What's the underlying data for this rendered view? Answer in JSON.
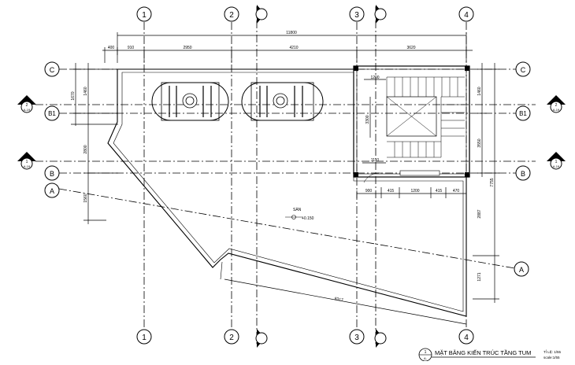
{
  "drawing": {
    "title": "MẶT BẰNG KIẾN TRÚC TẦNG TUM",
    "scale_label": "TỈ LỆ: 1/55",
    "scale_label_en": "scale:1/55",
    "title_bubble": "1",
    "title_bubble_sub": "A-"
  },
  "axes_vertical": [
    {
      "id": "ax-1",
      "label": "1"
    },
    {
      "id": "ax-2",
      "label": "2"
    },
    {
      "id": "ax-3",
      "label": "3"
    },
    {
      "id": "ax-4",
      "label": "4"
    }
  ],
  "axes_horizontal": [
    {
      "id": "ax-C",
      "label": "C"
    },
    {
      "id": "ax-B1",
      "label": "B1"
    },
    {
      "id": "ax-B",
      "label": "B"
    },
    {
      "id": "ax-A",
      "label": "A"
    }
  ],
  "section_marks": {
    "top_num": "2",
    "top_sub": "A-19",
    "bottom_num": "1",
    "bottom_sub": "A-19"
  },
  "dimensions_top": {
    "overall": "11800",
    "segments": [
      "400",
      "910",
      "2950",
      "4210",
      "3620"
    ]
  },
  "dimensions_left": [
    "1670",
    "1460",
    "2800",
    "1560"
  ],
  "dimensions_right": [
    "1460",
    "3550",
    "7755",
    "2887",
    "1271"
  ],
  "dimensions_bottom": {
    "diagonal": "8317"
  },
  "stair": {
    "dims_inner": [
      "1200",
      "3300",
      "1110"
    ],
    "dims_below": [
      "900",
      "415",
      "1200",
      "415",
      "470"
    ]
  },
  "floor_label": {
    "name": "SÀN",
    "level": "+0.150"
  }
}
